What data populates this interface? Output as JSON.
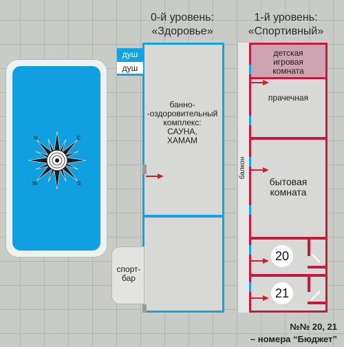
{
  "headers": {
    "level0": "0-й уровень:\n«Здоровье»",
    "level1": "1-й уровень:\n«Спортивный»"
  },
  "level0": {
    "shower1": "душ",
    "shower2": "душ",
    "sauna": "банно-\n-оздоровительный\nкомплекс:\nСАУНА,\nХАМАМ",
    "sportbar": "спорт-\nбар"
  },
  "level1": {
    "playroom": "детская\nигровая\nкомната",
    "laundry": "прачечная",
    "balcony": "балкон",
    "utility": "бытовая\nкомната",
    "room20": "20",
    "room21": "21"
  },
  "compass": {
    "n": "N",
    "e": "E",
    "s": "S",
    "w": "W"
  },
  "footer": {
    "line1": "№№ 20, 21",
    "line2": "– номера “Бюджет”"
  },
  "colors": {
    "blue": "#12a3e2",
    "red": "#c8193a",
    "pool": "#10a0e2",
    "grey": "#d8d8d6",
    "playroom": "#cfa4b2"
  }
}
